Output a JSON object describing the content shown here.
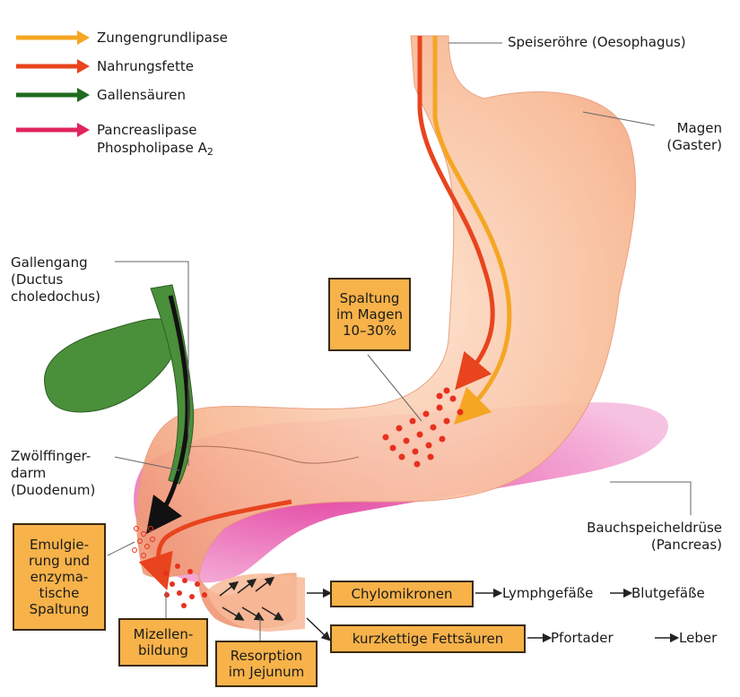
{
  "legend": {
    "items": [
      {
        "label": "Zungengrundlipase",
        "color": "#f5a623"
      },
      {
        "label": "Nahrungsfette",
        "color": "#e8441e"
      },
      {
        "label": "Gallensäuren",
        "color": "#1f6b1f"
      },
      {
        "label": "Pancreaslipase",
        "label2": "Phospholipase A",
        "label2_sub": "2",
        "color": "#e0245e"
      }
    ]
  },
  "labels": {
    "esophagus": "Speiseröhre (Oesophagus)",
    "stomach_1": "Magen",
    "stomach_2": "(Gaster)",
    "bile_duct_1": "Gallengang",
    "bile_duct_2": "(Ductus",
    "bile_duct_3": "choledochus)",
    "duodenum_1": "Zwölffinger-",
    "duodenum_2": "darm",
    "duodenum_3": "(Duodenum)",
    "pancreas_1": "Bauchspeicheldrüse",
    "pancreas_2": "(Pancreas)"
  },
  "boxes": {
    "stomach_split": [
      "Spaltung",
      "im Magen",
      "10–30%"
    ],
    "emulsification": [
      "Emulgie-",
      "rung und",
      "enzyma-",
      "tische",
      "Spaltung"
    ],
    "micelle": [
      "Mizellen-",
      "bildung"
    ],
    "resorption": [
      "Resorption",
      "im Jejunum"
    ],
    "chylomicrons": "Chylomikronen",
    "short_chain": "kurzkettige Fettsäuren"
  },
  "flows": {
    "lymph": "Lymphgefäße",
    "blood": "Blutgefäße",
    "portal": "Pfortader",
    "liver": "Leber"
  },
  "colors": {
    "stomach": "#f9c3a3",
    "pancreas": "#f08fc8",
    "gallbladder": "#4a8f3a",
    "box_fill": "#f7b24a",
    "dots": "#e8301e"
  }
}
